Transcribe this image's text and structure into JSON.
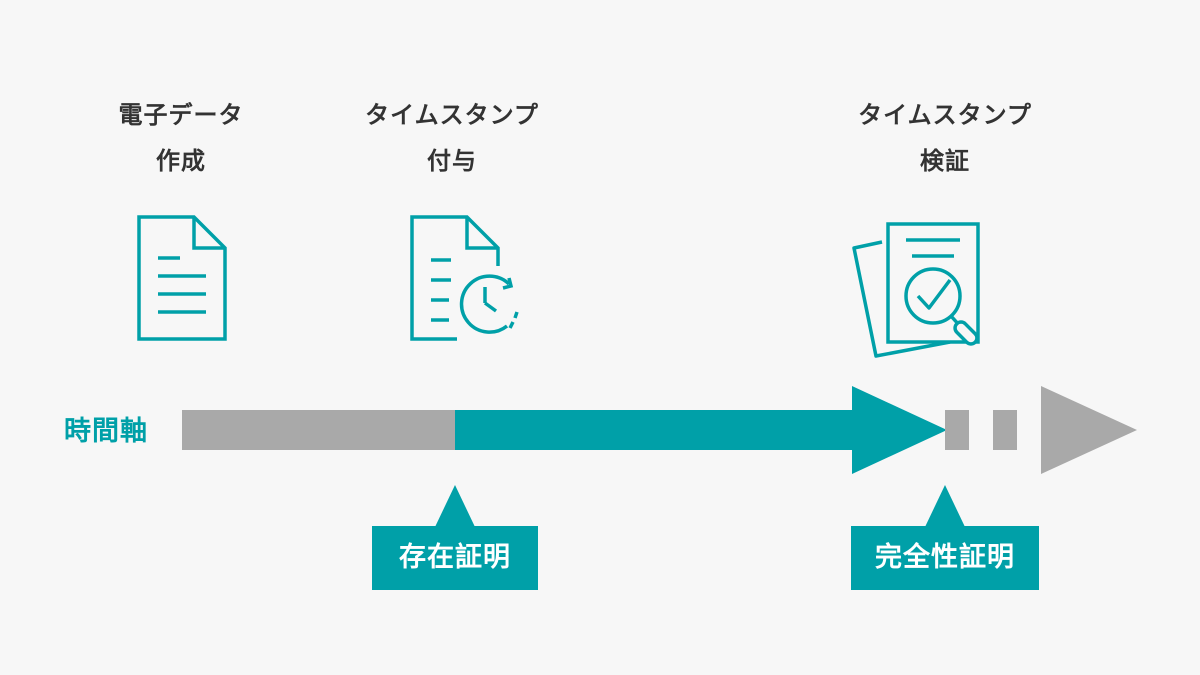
{
  "steps": [
    {
      "line1": "電子データ",
      "line2": "作成",
      "icon": "document-icon"
    },
    {
      "line1": "タイムスタンプ",
      "line2": "付与",
      "icon": "document-clock-icon"
    },
    {
      "line1": "タイムスタンプ",
      "line2": "検証",
      "icon": "document-check-magnifier-icon"
    }
  ],
  "axis_label": "時間軸",
  "callouts": {
    "existence": "存在証明",
    "integrity": "完全性証明"
  },
  "colors": {
    "accent": "#00a0a8",
    "gray": "#a9a9a9",
    "text": "#333333",
    "background": "#f7f7f7"
  }
}
